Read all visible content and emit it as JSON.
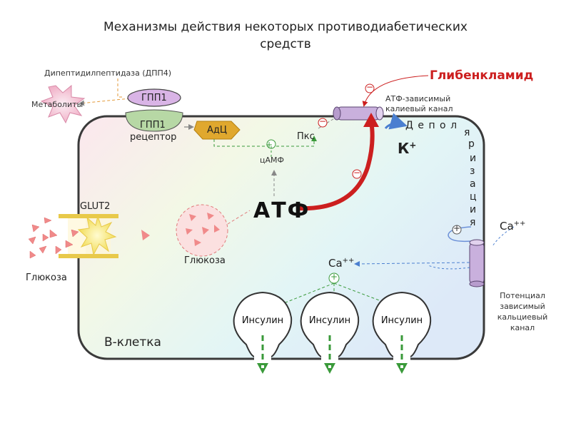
{
  "title_line1": "Механизмы действия некоторых противодиабетических",
  "title_line2": "средств",
  "dpp4": "Дипептидилпептидаза (ДПП4)",
  "metabolites": "Метаболиты",
  "glp1": "ГПП1",
  "glp1_receptor_1": "ГПП1",
  "glp1_receptor_2": "рецептор",
  "adc": "АдЦ",
  "camp": "цАМФ",
  "pkc": "Пкс",
  "atp": "АТФ",
  "glibenclamide": "Глибенкламид",
  "katp_channel_1": "АТФ-зависимый",
  "katp_channel_2": "калиевый канал",
  "potassium": "К",
  "potassium_sup": "+",
  "depolarization_h": "Д е п о л",
  "depolarization_v": [
    "я",
    "р",
    "и",
    "з",
    "а",
    "ц",
    "и",
    "я"
  ],
  "ca_out": "Ca",
  "ca_out_sup": "++",
  "ca_in": "Ca",
  "ca_in_sup": "++",
  "vgcc_1": "Потенциал",
  "vgcc_2": "зависимый",
  "vgcc_3": "кальциевый",
  "vgcc_4": "канал",
  "glut2": "GLUT2",
  "glucose_out": "Глюкоза",
  "glucose_in": "Глюкоза",
  "insulin": [
    "Инсулин",
    "Инсулин",
    "Инсулин"
  ],
  "b_cell": "B-клетка",
  "plus": "+",
  "minus": "−",
  "colors": {
    "accent_red": "#cc1f1f",
    "membrane": "#3a3a3a",
    "glp1_fill": "#d9b4e6",
    "receptor_fill": "#b7d8a5",
    "adc_fill": "#e0a82e",
    "channel_fill": "#c9b0dd"
  }
}
